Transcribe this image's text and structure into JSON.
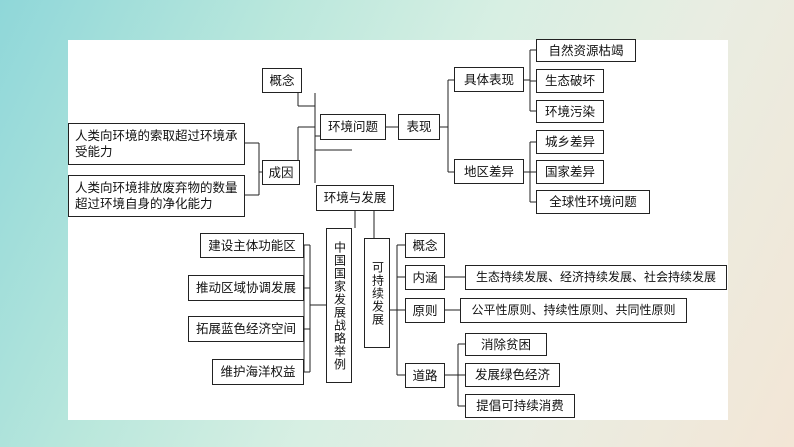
{
  "center": "环境与发展",
  "env_problem": "环境问题",
  "concept": "概念",
  "causes": {
    "label": "成因",
    "items": [
      "人类向环境的索取超过环境承受能力",
      "人类向环境排放废弃物的数量超过环境自身的净化能力"
    ]
  },
  "manifestation": {
    "label": "表现",
    "specific": {
      "label": "具体表现",
      "items": [
        "自然资源枯竭",
        "生态破坏",
        "环境污染"
      ]
    },
    "regional": {
      "label": "地区差异",
      "items": [
        "城乡差异",
        "国家差异",
        "全球性环境问题"
      ]
    }
  },
  "strategy": {
    "label": "中国国家发展战略举例",
    "items": [
      "建设主体功能区",
      "推动区域协调发展",
      "拓展蓝色经济空间",
      "维护海洋权益"
    ]
  },
  "sustainable": {
    "label": "可持续发展",
    "concept": "概念",
    "connotation": {
      "label": "内涵",
      "value": "生态持续发展、经济持续发展、社会持续发展"
    },
    "principle": {
      "label": "原则",
      "value": "公平性原则、持续性原则、共同性原则"
    },
    "path": {
      "label": "道路",
      "items": [
        "消除贫困",
        "发展绿色经济",
        "提倡可持续消费"
      ]
    }
  }
}
